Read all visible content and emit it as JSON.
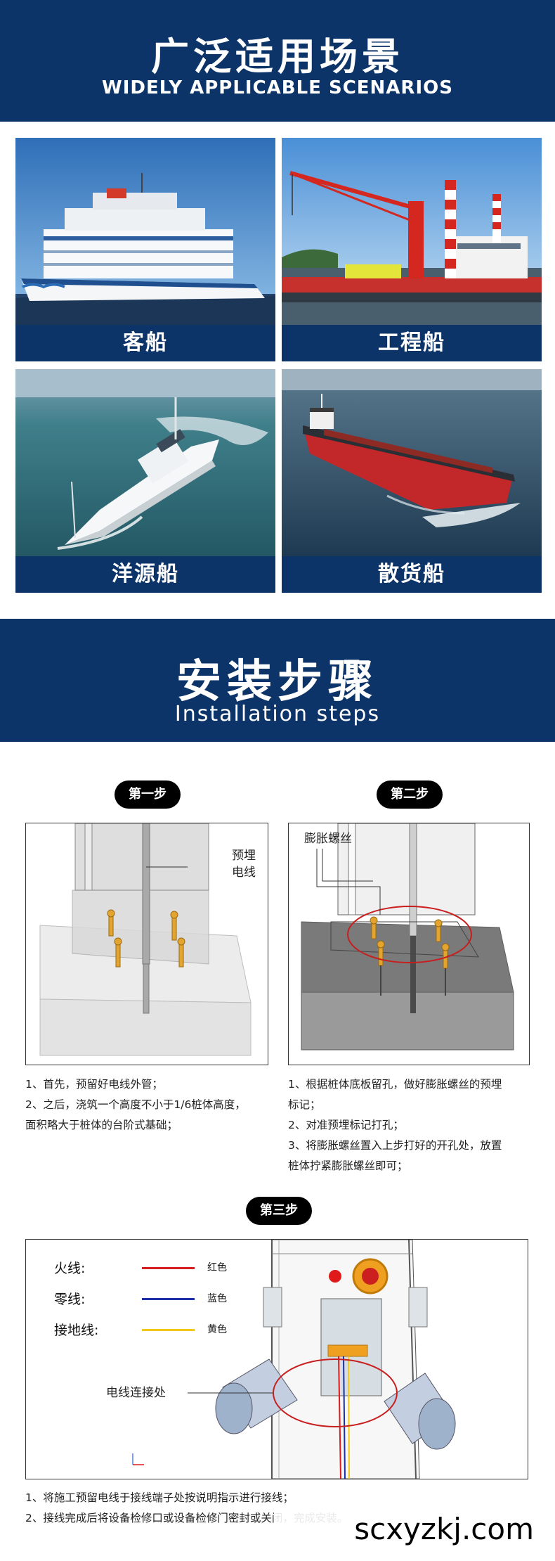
{
  "section1": {
    "title_cn": "广泛适用场景",
    "title_en": "WIDELY APPLICABLE SCENARIOS",
    "tiles": [
      {
        "caption": "客船",
        "scene": "cruise-ship"
      },
      {
        "caption": "工程船",
        "scene": "engineering-ship"
      },
      {
        "caption": "洋源船",
        "scene": "patrol-ship"
      },
      {
        "caption": "散货船",
        "scene": "bulk-carrier"
      }
    ]
  },
  "section2": {
    "title_cn": "安装步骤",
    "title_en": "Installation steps",
    "step1": {
      "label": "第一步",
      "callout_line1": "预埋",
      "callout_line2": "电线",
      "lines": [
        "1、首先，预留好电线外管；",
        "2、之后，浇筑一个高度不小于1/6桩体高度，",
        "面积略大于桩体的台阶式基础；"
      ]
    },
    "step2": {
      "label": "第二步",
      "callout": "膨胀螺丝",
      "lines": [
        "1、根据桩体底板留孔，做好膨胀螺丝的预埋",
        "标记；",
        "2、对准预埋标记打孔；",
        "3、将膨胀螺丝置入上步打好的开孔处，放置",
        "桩体拧紧膨胀螺丝即可；"
      ]
    },
    "step3": {
      "label": "第三步",
      "legend": [
        {
          "name": "火线:",
          "color_name": "红色",
          "color": "#d42020"
        },
        {
          "name": "零线:",
          "color_name": "蓝色",
          "color": "#1a2fa8"
        },
        {
          "name": "接地线:",
          "color_name": "黄色",
          "color": "#f2c81a"
        }
      ],
      "connection_label": "电线连接处",
      "lines": [
        "1、将施工预留电线于接线端子处按说明指示进行接线；",
        "2、接线完成后将设备检修口或设备检修门密封或关闭，完成安装。"
      ]
    }
  },
  "watermark": "scxyzkj.com",
  "colors": {
    "banner": "#0c3468",
    "pill": "#000000"
  }
}
